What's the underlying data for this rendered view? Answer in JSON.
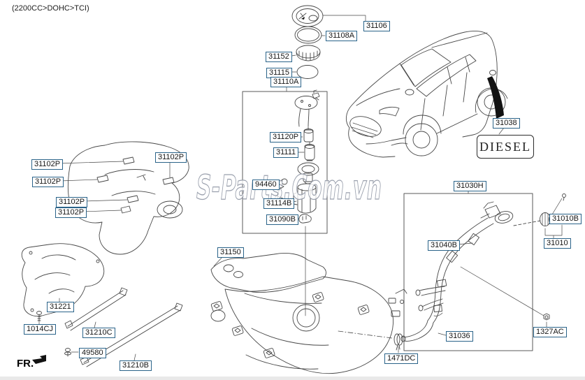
{
  "page": {
    "engine_spec": "(2200CC>DOHC>TCI)",
    "direction_label": "FR.",
    "watermark": "S-Parts.Com.vn",
    "diesel_sticker": "DIESEL"
  },
  "colors": {
    "label_border": "#2a6389",
    "line_art": "#474747",
    "watermark_outline": "#9aa0ad",
    "pointer_fill": "#121212"
  },
  "diagram": {
    "subject": "fuel system / fuel tank and filler pipe parts diagram",
    "vehicle": "SUV line drawing with fuel filler door callout"
  },
  "parts": [
    {
      "code": "31106"
    },
    {
      "code": "31108A"
    },
    {
      "code": "31152"
    },
    {
      "code": "31115"
    },
    {
      "code": "31110A"
    },
    {
      "code": "31120P"
    },
    {
      "code": "31111"
    },
    {
      "code": "94460"
    },
    {
      "code": "31114B"
    },
    {
      "code": "31090B"
    },
    {
      "code": "31150"
    },
    {
      "code": "31102P"
    },
    {
      "code": "31102P"
    },
    {
      "code": "31102P"
    },
    {
      "code": "31102P"
    },
    {
      "code": "31102P"
    },
    {
      "code": "31221"
    },
    {
      "code": "1014CJ"
    },
    {
      "code": "31210C"
    },
    {
      "code": "49580"
    },
    {
      "code": "31210B"
    },
    {
      "code": "31038"
    },
    {
      "code": "31030H"
    },
    {
      "code": "31040B"
    },
    {
      "code": "31010B"
    },
    {
      "code": "31010"
    },
    {
      "code": "31036"
    },
    {
      "code": "1327AC"
    },
    {
      "code": "1471DC"
    }
  ]
}
